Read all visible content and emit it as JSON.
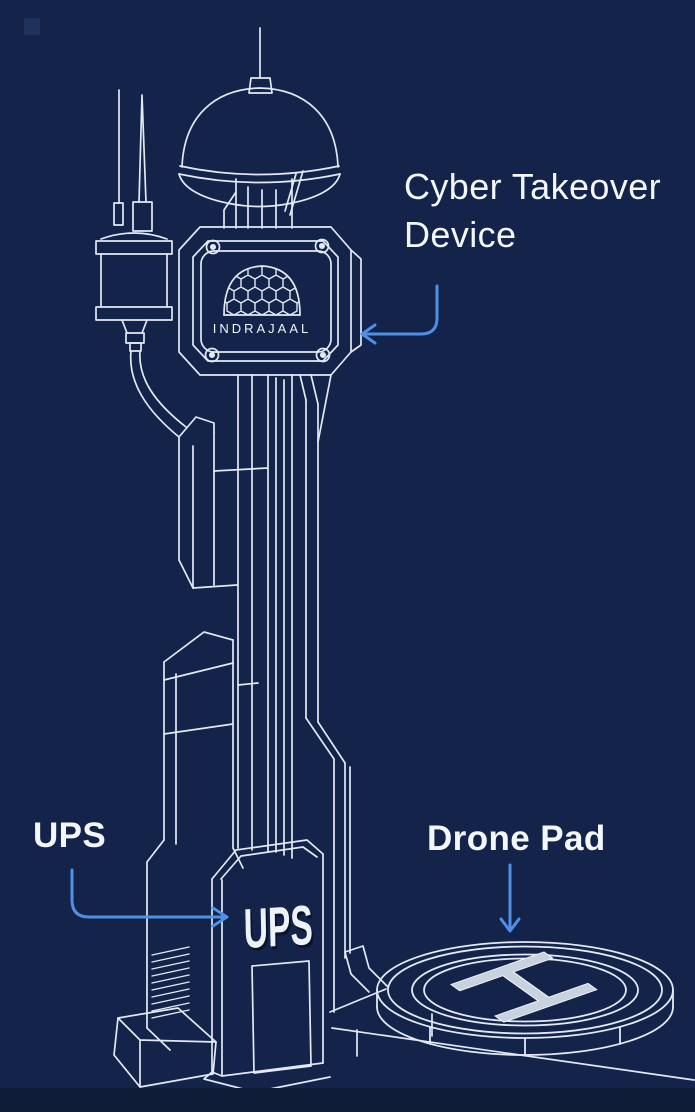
{
  "page": {
    "background_color": "#13234A",
    "footer_bar_color": "#0F1C38"
  },
  "palette": {
    "line_color": "#E3E9F3",
    "arrow_color": "#4E90E6",
    "label_color": "#F3F6FB",
    "helipad_fill": "#C9D2DF"
  },
  "labels": {
    "cyber_takeover_device": "Cyber Takeover Device",
    "ups": "UPS",
    "drone_pad": "Drone Pad"
  },
  "artwork": {
    "brand_text": "INDRAJAAL",
    "ups_unit_text": "UPS",
    "helipad_letter": "H"
  }
}
